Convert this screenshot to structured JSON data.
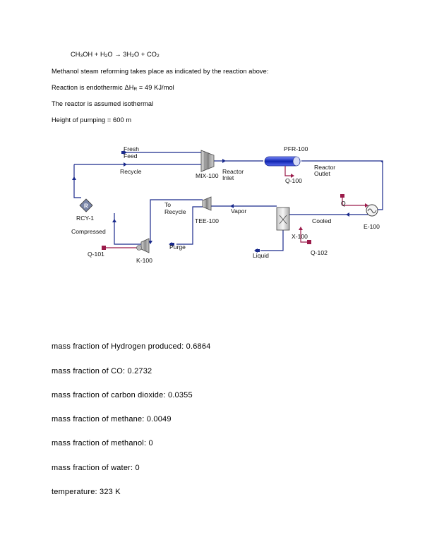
{
  "equation": {
    "lhs_a": "CH",
    "lhs_a_sub": "3",
    "lhs_b": "OH + H",
    "lhs_b_sub": "2",
    "lhs_c": "O",
    "arrow": "→",
    "rhs_a": "3H",
    "rhs_a_sub": "2",
    "rhs_b": "O + CO",
    "rhs_b_sub": "2"
  },
  "lines": {
    "intro": "Methanol steam reforming takes place as indicated by the reaction above:",
    "enthalpy_prefix": "Reaction is endothermic ΔH",
    "enthalpy_sub": "R",
    "enthalpy_suffix": " = 49 KJ/mol",
    "isothermal": "The reactor is assumed isothermal",
    "pumping": "Height of pumping = 600 m"
  },
  "diagram": {
    "labels": {
      "fresh_feed_1": "Fresh",
      "fresh_feed_2": "Feed",
      "recycle": "Recycle",
      "mix": "MIX-100",
      "reactor_inlet_1": "Reactor",
      "reactor_inlet_2": "Inlet",
      "pfr": "PFR-100",
      "q100": "Q-100",
      "reactor_outlet_1": "Reactor",
      "reactor_outlet_2": "Outlet",
      "q": "Q",
      "e100": "E-100",
      "cooled": "Cooled",
      "vapor": "Vapor",
      "to_recycle_1": "To",
      "to_recycle_2": "Recycle",
      "tee": "TEE-100",
      "rcy": "RCY-1",
      "rcy_icon": "R",
      "compressed": "Compressed",
      "x100": "X-100",
      "q102": "Q-102",
      "q101": "Q-101",
      "k100": "K-100",
      "purge": "Purge",
      "liquid": "Liquid"
    },
    "colors": {
      "material_stream": "#1a2a8c",
      "energy_stream": "#9b1b4a",
      "equipment_grey": "#9a9a9a",
      "reactor_blue": "#2440c8"
    }
  },
  "results": {
    "hydrogen": "mass fraction of Hydrogen produced: 0.6864",
    "co": "mass fraction of CO: 0.2732",
    "co2": "mass fraction of carbon dioxide: 0.0355",
    "methane": "mass fraction of methane: 0.0049",
    "methanol": "mass fraction of methanol: 0",
    "water": "mass fraction of water: 0",
    "temperature": "temperature: 323 K"
  }
}
